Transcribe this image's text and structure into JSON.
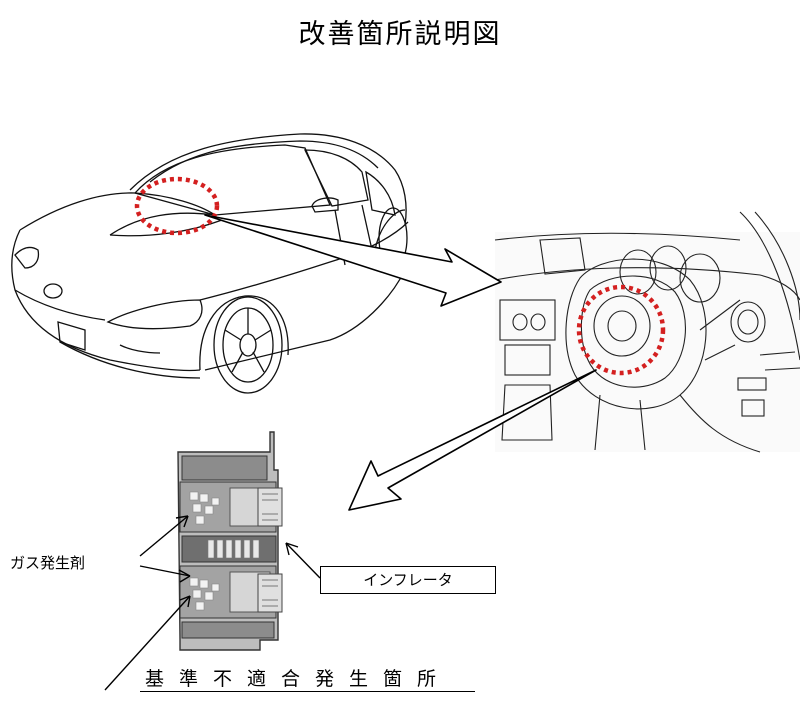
{
  "title": "改善箇所説明図",
  "labels": {
    "gas_generant": "ガス発生剤",
    "inflator": "インフレータ",
    "defect_location": "基準不適合発生箇所"
  },
  "colors": {
    "highlight": "#d42020",
    "line": "#000000",
    "inflator_body": "#b8b8b8"
  }
}
